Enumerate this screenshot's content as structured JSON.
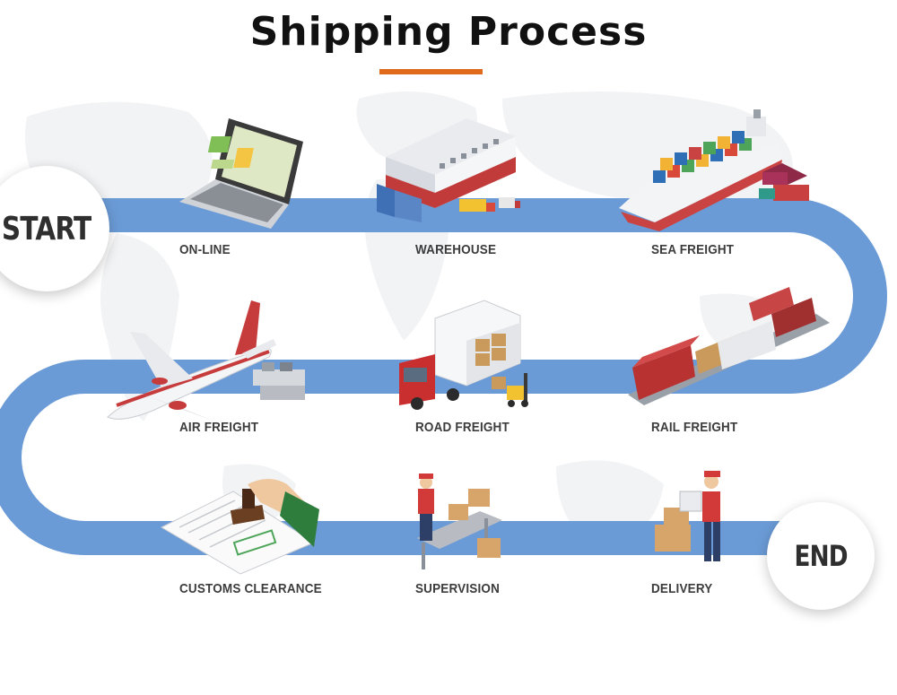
{
  "title": "Shipping Process",
  "colors": {
    "accent": "#e06a1b",
    "path": "#6b9bd6",
    "label": "#3c3c3c"
  },
  "start_label": "START",
  "end_label": "END",
  "steps": [
    {
      "label": "ON-LINE",
      "icon": "laptop-icon"
    },
    {
      "label": "WAREHOUSE",
      "icon": "warehouse-icon"
    },
    {
      "label": "SEA FREIGHT",
      "icon": "cargo-ship-icon"
    },
    {
      "label": "AIR FREIGHT",
      "icon": "airplane-icon"
    },
    {
      "label": "ROAD FREIGHT",
      "icon": "truck-icon"
    },
    {
      "label": "RAIL FREIGHT",
      "icon": "train-icon"
    },
    {
      "label": "CUSTOMS CLEARANCE",
      "icon": "stamp-document-icon"
    },
    {
      "label": "SUPERVISION",
      "icon": "conveyor-worker-icon"
    },
    {
      "label": "DELIVERY",
      "icon": "delivery-man-icon"
    }
  ]
}
